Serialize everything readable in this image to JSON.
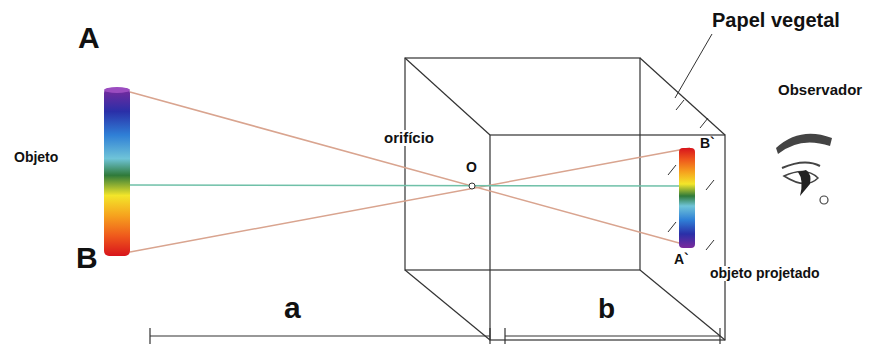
{
  "diagram": {
    "labels": [
      "A",
      "B",
      "Objeto",
      "orifício",
      "O",
      "Papel vegetal",
      "Observador",
      "B`",
      "A`",
      "objeto projetado",
      "a",
      "b"
    ]
  }
}
